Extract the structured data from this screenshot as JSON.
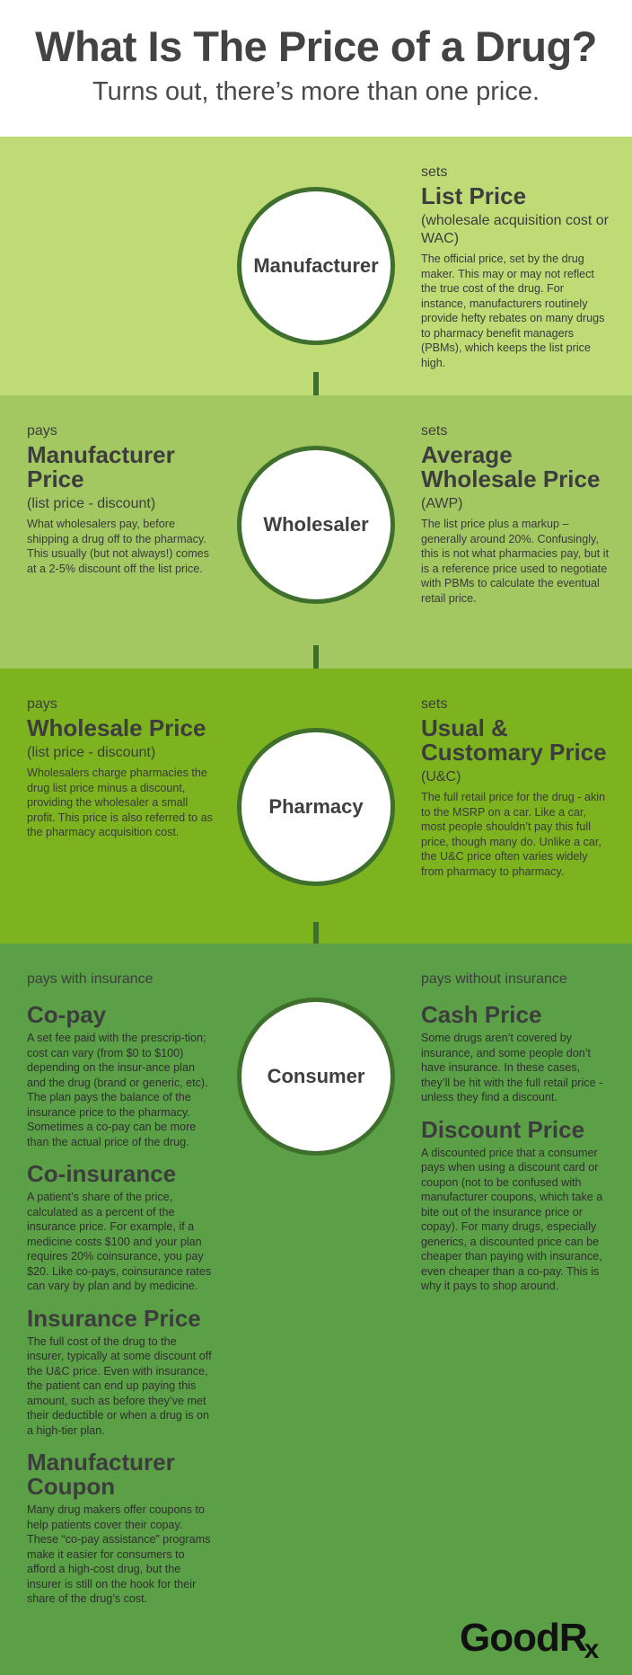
{
  "header": {
    "title": "What Is The Price of a Drug?",
    "subtitle": "Turns out, there’s more than one price."
  },
  "manufacturer": {
    "label": "Manufacturer",
    "right": {
      "verb": "sets",
      "title": "List Price",
      "paren": "(wholesale acquisition cost or WAC)",
      "desc": "The official price, set by the drug maker. This may or may not reflect the true cost of the drug. For instance, manufacturers routinely provide hefty rebates on many drugs to pharmacy benefit managers (PBMs), which keeps the list price high."
    }
  },
  "wholesaler": {
    "label": "Wholesaler",
    "left": {
      "verb": "pays",
      "title": "Manufacturer Price",
      "paren": "(list price - discount)",
      "desc": "What wholesalers pay, before shipping a drug off to the pharmacy. This usually (but not always!) comes at a 2-5% discount off the list price."
    },
    "right": {
      "verb": "sets",
      "title": "Average Wholesale Price",
      "paren": "(AWP)",
      "desc": "The list price plus a markup – generally around 20%. Confusingly, this is not what pharmacies pay, but it is a reference price used to negotiate with PBMs to calculate the eventual retail price."
    }
  },
  "pharmacy": {
    "label": "Pharmacy",
    "left": {
      "verb": "pays",
      "title": "Wholesale Price",
      "paren": "(list price - discount)",
      "desc": "Wholesalers charge pharmacies the drug list price minus a discount, providing the wholesaler a small profit. This price is also referred to as the pharmacy acquisition cost."
    },
    "right": {
      "verb": "sets",
      "title": "Usual & Customary Price",
      "paren": "(U&C)",
      "desc": "The full retail price for the drug - akin to the MSRP on a car. Like a car, most people shouldn’t pay this full price, though many do. Unlike a car, the U&C price often varies widely from pharmacy to pharmacy."
    }
  },
  "consumer": {
    "label": "Consumer",
    "left_heading": "pays with insurance",
    "right_heading": "pays without insurance",
    "left_items": [
      {
        "title": "Co-pay",
        "desc": "A set fee paid with the prescrip-tion; cost can vary (from $0 to $100) depending on the insur-ance plan and the drug (brand or generic, etc). The plan pays the balance of the insurance price to the pharmacy. Sometimes a co-pay can be more than the actual price of the drug."
      },
      {
        "title": "Co-insurance",
        "desc": "A patient’s share of the price, calculated as a percent of the insurance price. For example, if a medicine costs $100 and your plan requires 20% coinsurance, you pay $20. Like co-pays, coinsurance rates can vary by plan and by medicine."
      },
      {
        "title": "Insurance Price",
        "desc": "The full cost of the drug to the insurer, typically at some discount off the U&C price. Even with insurance, the patient can end up paying this amount, such as before they’ve met their deductible or when a drug is on a high-tier plan."
      },
      {
        "title": "Manufacturer Coupon",
        "desc": "Many drug makers offer coupons to help patients cover their copay. These “co-pay assistance” programs make it easier for consumers to afford a high-cost drug, but the insurer is still on the hook for their share of the drug’s cost."
      }
    ],
    "right_items": [
      {
        "title": "Cash Price",
        "desc": "Some drugs aren’t covered by insurance, and some people don’t have insurance. In these cases, they’ll be hit with the full retail price - unless they find a discount."
      },
      {
        "title": "Discount Price",
        "desc": "A discounted price that a consumer pays when using a discount card or coupon (not to be confused with manufacturer coupons, which take a bite out of the insurance price or copay). For many drugs, especially generics, a discounted price can be cheaper than paying with insurance, even cheaper than a co-pay. This is why it pays to shop around."
      }
    ]
  },
  "logo": {
    "main": "GoodR",
    "sub": "x"
  },
  "colors": {
    "band1": "#bedb76",
    "band2": "#a3c862",
    "band3": "#7db31f",
    "band4": "#5ba046",
    "accent": "#3f6f2c"
  }
}
